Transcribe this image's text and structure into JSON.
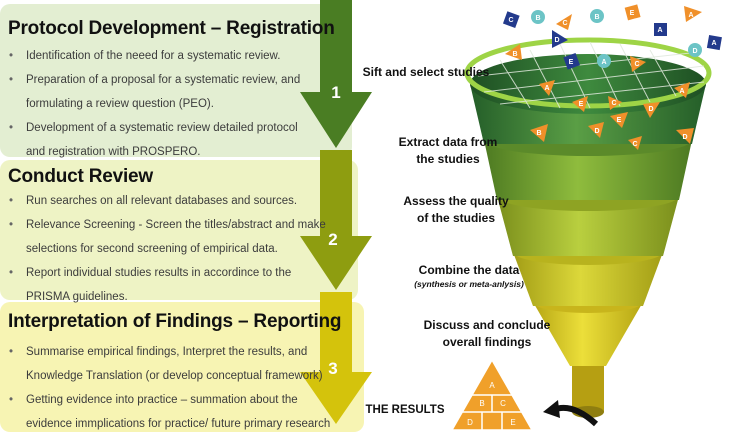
{
  "sections": [
    {
      "title": "Protocol Development – Registration",
      "number": "1",
      "bullets": [
        "Identification of the neeed for a systematic review.",
        "Preparation of a proposal for a systematic review, and",
        "formulating a review question (PEO).",
        "Development of a systematic review detailed protocol",
        "and registration with PROSPERO."
      ]
    },
    {
      "title": "Conduct Review",
      "number": "2",
      "bullets": [
        "Run searches on all relevant databases and sources.",
        "Relevance Screening - Screen the titles/abstract and make",
        "selections for second screening of empirical data.",
        "Report individual studies results in accordince to the",
        "PRISMA guidelines."
      ]
    },
    {
      "title": "Interpretation of Findings – Reporting",
      "number": "3",
      "bullets": [
        "Summarise empirical findings, Interpret the results, and",
        "Knowledge Translation (or develop conceptual framework)",
        "Getting evidence into practice – summation about the",
        "evidence immplications for practice/ future primary research"
      ]
    }
  ],
  "funnel_stages": [
    {
      "label_lines": [
        "Sift and select studies"
      ]
    },
    {
      "label_lines": [
        "Extract data from",
        "the studies"
      ]
    },
    {
      "label_lines": [
        "Assess the quality",
        "of the studies"
      ]
    },
    {
      "label_lines": [
        "Combine the data"
      ],
      "sub": "(synthesis or meta-anlysis)"
    },
    {
      "label_lines": [
        "Discuss and conclude",
        "overall findings"
      ]
    }
  ],
  "results_label": "THE RESULTS",
  "study_letters": [
    "A",
    "B",
    "C",
    "D",
    "E"
  ],
  "colors": {
    "arrow1": "#4a7d23",
    "arrow2": "#8e9d10",
    "arrow3": "#d4c30c",
    "funnel_dark": "#2d6a32",
    "funnel_light": "#d2c81c",
    "ring": "#9ed446",
    "results": "#f0a02a"
  }
}
